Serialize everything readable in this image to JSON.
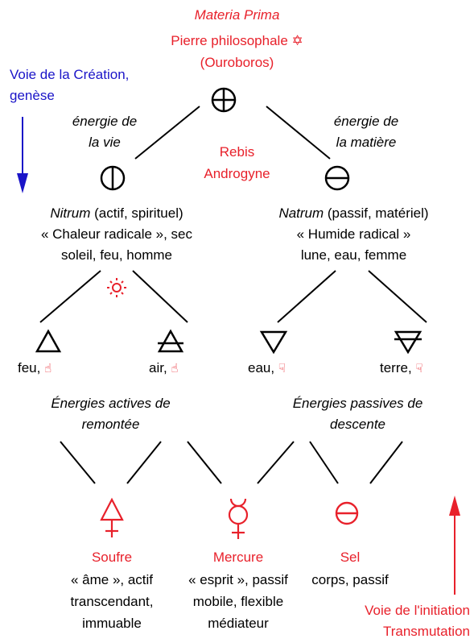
{
  "colors": {
    "red": "#e8212b",
    "blue": "#1a14c8",
    "black": "#000000"
  },
  "top": {
    "materia_prima": "Materia Prima",
    "pierre": "Pierre philosophale",
    "star_glyph": "✡",
    "ouroboros": "(Ouroboros)"
  },
  "left_note": {
    "line1": "Voie de la Création,",
    "line2": "genèse"
  },
  "energy_vie": {
    "line1": "énergie de",
    "line2": "la vie"
  },
  "energy_matiere": {
    "line1": "énergie de",
    "line2": "la matière"
  },
  "rebis": {
    "line1": "Rebis",
    "line2": "Androgyne"
  },
  "nitrum": {
    "name": "Nitrum",
    "rest1": " (actif, spirituel)",
    "line2": "« Chaleur radicale », sec",
    "line3": "soleil, feu, homme"
  },
  "natrum": {
    "name": "Natrum",
    "rest1": " (passif, matériel)",
    "line2": "« Humide radical »",
    "line3": "lune, eau, femme"
  },
  "elements": {
    "feu": "feu,",
    "air": "air,",
    "eau": "eau,",
    "terre": "terre,",
    "hand_up_icon": "hand-up-icon",
    "hand_down_icon": "hand-down-icon"
  },
  "energies_actives": {
    "line1": "Énergies actives de",
    "line2": "remontée"
  },
  "energies_passives": {
    "line1": "Énergies passives de",
    "line2": "descente"
  },
  "soufre": {
    "name": "Soufre",
    "line1": "« âme », actif",
    "line2": "transcendant,",
    "line3": "immuable"
  },
  "mercure": {
    "name": "Mercure",
    "line1": "« esprit », passif",
    "line2": "mobile, flexible",
    "line3": "médiateur"
  },
  "sel": {
    "name": "Sel",
    "line1": "corps, passif"
  },
  "right_note": {
    "line1": "Voie de l'initiation",
    "line2": "Transmutation"
  }
}
